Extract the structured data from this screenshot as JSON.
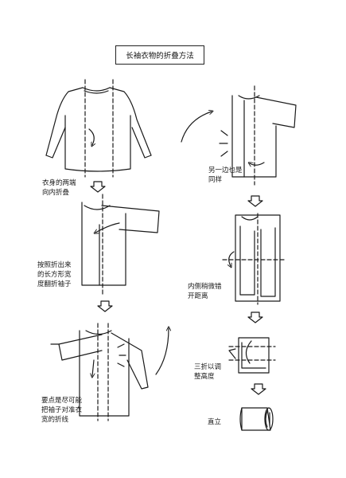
{
  "title": "长袖衣物的折叠方法",
  "steps": [
    {
      "text": "衣身的两端\n向内折叠"
    },
    {
      "text": "按照折出来\n的长方形宽\n度翻折袖子"
    },
    {
      "text": "要点是尽可能\n把袖子对准衣\n宽的折线"
    },
    {
      "text": "另一边也是\n同样"
    },
    {
      "text": "内侧稍微错\n开距离"
    },
    {
      "text": "三折以调\n整高度"
    },
    {
      "text": "直立"
    }
  ],
  "colors": {
    "ink": "#1a1a1a",
    "background": "#ffffff"
  }
}
